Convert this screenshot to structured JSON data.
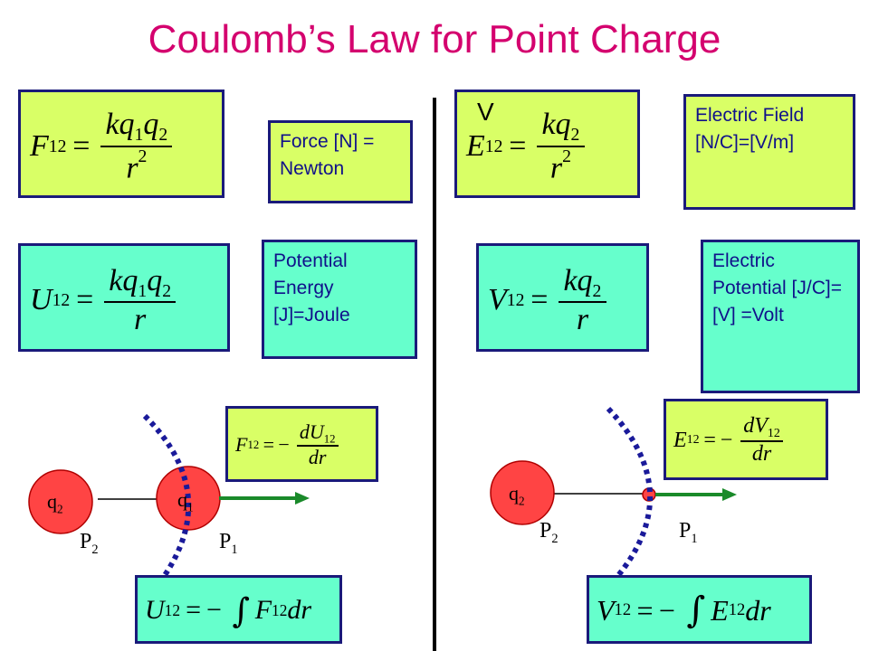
{
  "title": "Coulomb’s Law for Point Charge",
  "colors": {
    "title": "#d4006e",
    "lime_box": "#d9ff66",
    "mint_box": "#66ffcc",
    "border": "#1a1a7a",
    "note_text": "#10108a",
    "charge_fill": "#ff4444",
    "arrow": "#1a8a2a",
    "field_line": "#1a1a9a"
  },
  "left": {
    "force_eq": {
      "sym": "F",
      "sub": "12",
      "num": "kq",
      "num_sub1": "1",
      "num_q2": "q",
      "num_sub2": "2",
      "den": "r",
      "den_sup": "2"
    },
    "force_note": "Force [N] = Newton",
    "energy_eq": {
      "sym": "U",
      "sub": "12",
      "num": "kq",
      "num_sub1": "1",
      "num_q2": "q",
      "num_sub2": "2",
      "den": "r"
    },
    "energy_note": "Potential Energy [J]=Joule",
    "deriv_eq": {
      "lhs": "F",
      "lhs_sub": "12",
      "num": "dU",
      "num_sub": "12",
      "den": "dr"
    },
    "integral_eq": {
      "lhs": "U",
      "lhs_sub": "12",
      "integrand": "F",
      "integrand_sub": "12",
      "dr": "dr"
    },
    "charge_q2": {
      "q": "q",
      "sub": "2"
    },
    "charge_q1": {
      "q": "q",
      "sub": "1"
    },
    "point_p2": {
      "p": "P",
      "sub": "2"
    },
    "point_p1": {
      "p": "P",
      "sub": "1"
    }
  },
  "right": {
    "v_mark": "V",
    "field_eq": {
      "sym": "E",
      "sub": "12",
      "num": "kq",
      "num_sub": "2",
      "den": "r",
      "den_sup": "2"
    },
    "field_note": "Electric Field [N/C]=[V/m]",
    "potential_eq": {
      "sym": "V",
      "sub": "12",
      "num": "kq",
      "num_sub": "2",
      "den": "r"
    },
    "potential_note": "Electric Potential [J/C]=[V] =Volt",
    "deriv_eq": {
      "lhs": "E",
      "lhs_sub": "12",
      "num": "dV",
      "num_sub": "12",
      "den": "dr"
    },
    "integral_eq": {
      "lhs": "V",
      "lhs_sub": "12",
      "integrand": "E",
      "integrand_sub": "12",
      "dr": "dr"
    },
    "charge_q2": {
      "q": "q",
      "sub": "2"
    },
    "point_p2": {
      "p": "P",
      "sub": "2"
    },
    "point_p1": {
      "p": "P",
      "sub": "1"
    }
  },
  "signs": {
    "equals": "=",
    "minus": "−",
    "integral": "∫"
  }
}
